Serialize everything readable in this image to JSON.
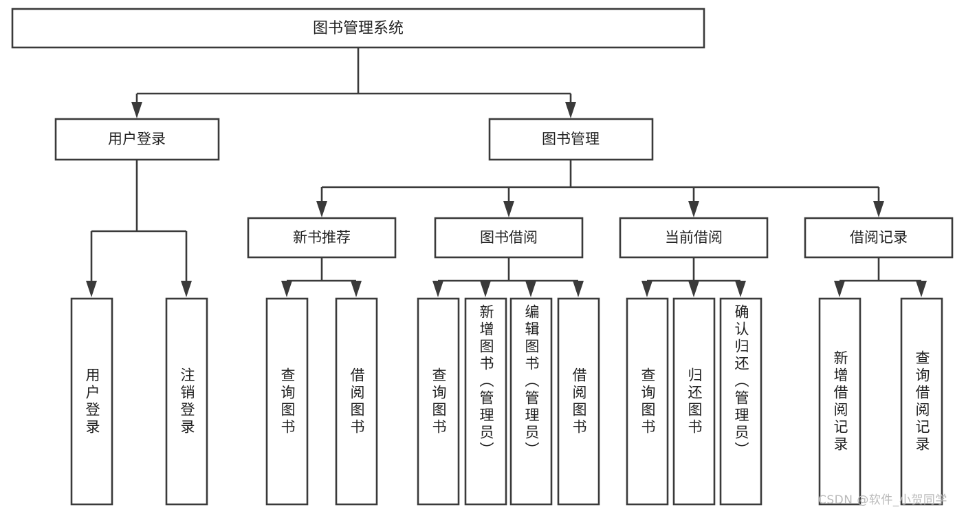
{
  "diagram": {
    "title": "图书管理系统",
    "type": "tree",
    "watermark": "CSDN @软件_小贺同学",
    "colors": {
      "stroke": "#3a3a3a",
      "fill": "#ffffff",
      "text": "#222222",
      "watermark": "#b9b9b9",
      "background": "#ffffff"
    },
    "root": {
      "id": "root",
      "label": "图书管理系统",
      "orientation": "horizontal"
    },
    "level2": [
      {
        "id": "user-login",
        "label": "用户登录",
        "orientation": "horizontal"
      },
      {
        "id": "book-manage",
        "label": "图书管理",
        "orientation": "horizontal"
      }
    ],
    "level3": [
      {
        "id": "new-book-rec",
        "label": "新书推荐",
        "orientation": "horizontal",
        "parent": "book-manage"
      },
      {
        "id": "book-borrow",
        "label": "图书借阅",
        "orientation": "horizontal",
        "parent": "book-manage"
      },
      {
        "id": "current-borrow",
        "label": "当前借阅",
        "orientation": "horizontal",
        "parent": "book-manage"
      },
      {
        "id": "borrow-record",
        "label": "借阅记录",
        "orientation": "horizontal",
        "parent": "book-manage"
      }
    ],
    "leaves": [
      {
        "id": "leaf-user-login",
        "label": "用户登录",
        "parent": "user-login",
        "orientation": "vertical"
      },
      {
        "id": "leaf-logout",
        "label": "注销登录",
        "parent": "user-login",
        "orientation": "vertical"
      },
      {
        "id": "leaf-query-book-1",
        "label": "查询图书",
        "parent": "new-book-rec",
        "orientation": "vertical"
      },
      {
        "id": "leaf-borrow-book-1",
        "label": "借阅图书",
        "parent": "new-book-rec",
        "orientation": "vertical"
      },
      {
        "id": "leaf-query-book-2",
        "label": "查询图书",
        "parent": "book-borrow",
        "orientation": "vertical"
      },
      {
        "id": "leaf-add-book",
        "label": "新增图书（管理员）",
        "parent": "book-borrow",
        "orientation": "vertical"
      },
      {
        "id": "leaf-edit-book",
        "label": "编辑图书（管理员）",
        "parent": "book-borrow",
        "orientation": "vertical"
      },
      {
        "id": "leaf-borrow-book-2",
        "label": "借阅图书",
        "parent": "book-borrow",
        "orientation": "vertical"
      },
      {
        "id": "leaf-query-book-3",
        "label": "查询图书",
        "parent": "current-borrow",
        "orientation": "vertical"
      },
      {
        "id": "leaf-return-book",
        "label": "归还图书",
        "parent": "current-borrow",
        "orientation": "vertical"
      },
      {
        "id": "leaf-confirm-return",
        "label": "确认归还（管理员）",
        "parent": "current-borrow",
        "orientation": "vertical"
      },
      {
        "id": "leaf-add-record",
        "label": "新增借阅记录",
        "parent": "borrow-record",
        "orientation": "vertical"
      },
      {
        "id": "leaf-query-record",
        "label": "查询借阅记录",
        "parent": "borrow-record",
        "orientation": "vertical"
      }
    ]
  }
}
